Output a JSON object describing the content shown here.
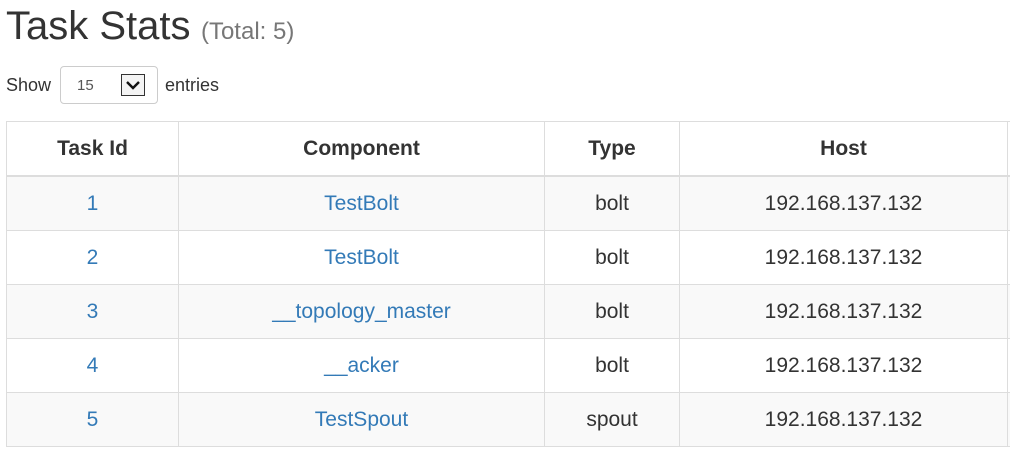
{
  "header": {
    "title": "Task Stats",
    "subtitle": "(Total: 5)"
  },
  "entries": {
    "show_label": "Show",
    "selected": "15",
    "suffix_label": "entries",
    "arrow_icon": "chevron-down-icon"
  },
  "table": {
    "columns": [
      "Task Id",
      "Component",
      "Type",
      "Host"
    ],
    "rows": [
      {
        "task_id": "1",
        "component": "TestBolt",
        "type": "bolt",
        "host": "192.168.137.132"
      },
      {
        "task_id": "2",
        "component": "TestBolt",
        "type": "bolt",
        "host": "192.168.137.132"
      },
      {
        "task_id": "3",
        "component": "__topology_master",
        "type": "bolt",
        "host": "192.168.137.132"
      },
      {
        "task_id": "4",
        "component": "__acker",
        "type": "bolt",
        "host": "192.168.137.132"
      },
      {
        "task_id": "5",
        "component": "TestSpout",
        "type": "spout",
        "host": "192.168.137.132"
      }
    ]
  },
  "colors": {
    "link": "#337ab7",
    "text": "#333333",
    "muted": "#777777",
    "stripe": "#f9f9f9",
    "border": "#dddddd"
  }
}
